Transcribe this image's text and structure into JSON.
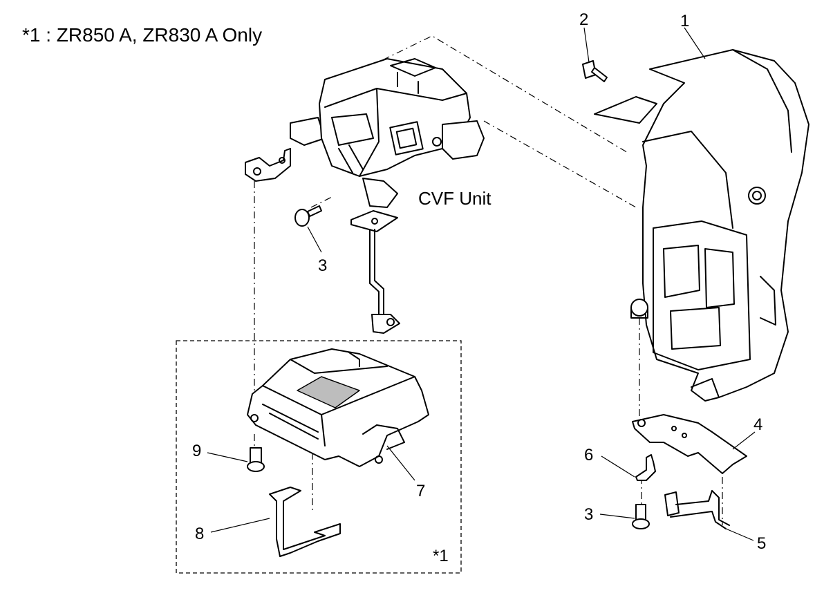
{
  "header": {
    "note": "*1 : ZR850 A, ZR830 A Only"
  },
  "labels": {
    "cvf_unit": "CVF Unit",
    "box_marker": "*1",
    "callouts": {
      "p1": "1",
      "p2": "2",
      "p3a": "3",
      "p3b": "3",
      "p4": "4",
      "p5": "5",
      "p6": "6",
      "p7": "7",
      "p8": "8",
      "p9": "9"
    }
  }
}
